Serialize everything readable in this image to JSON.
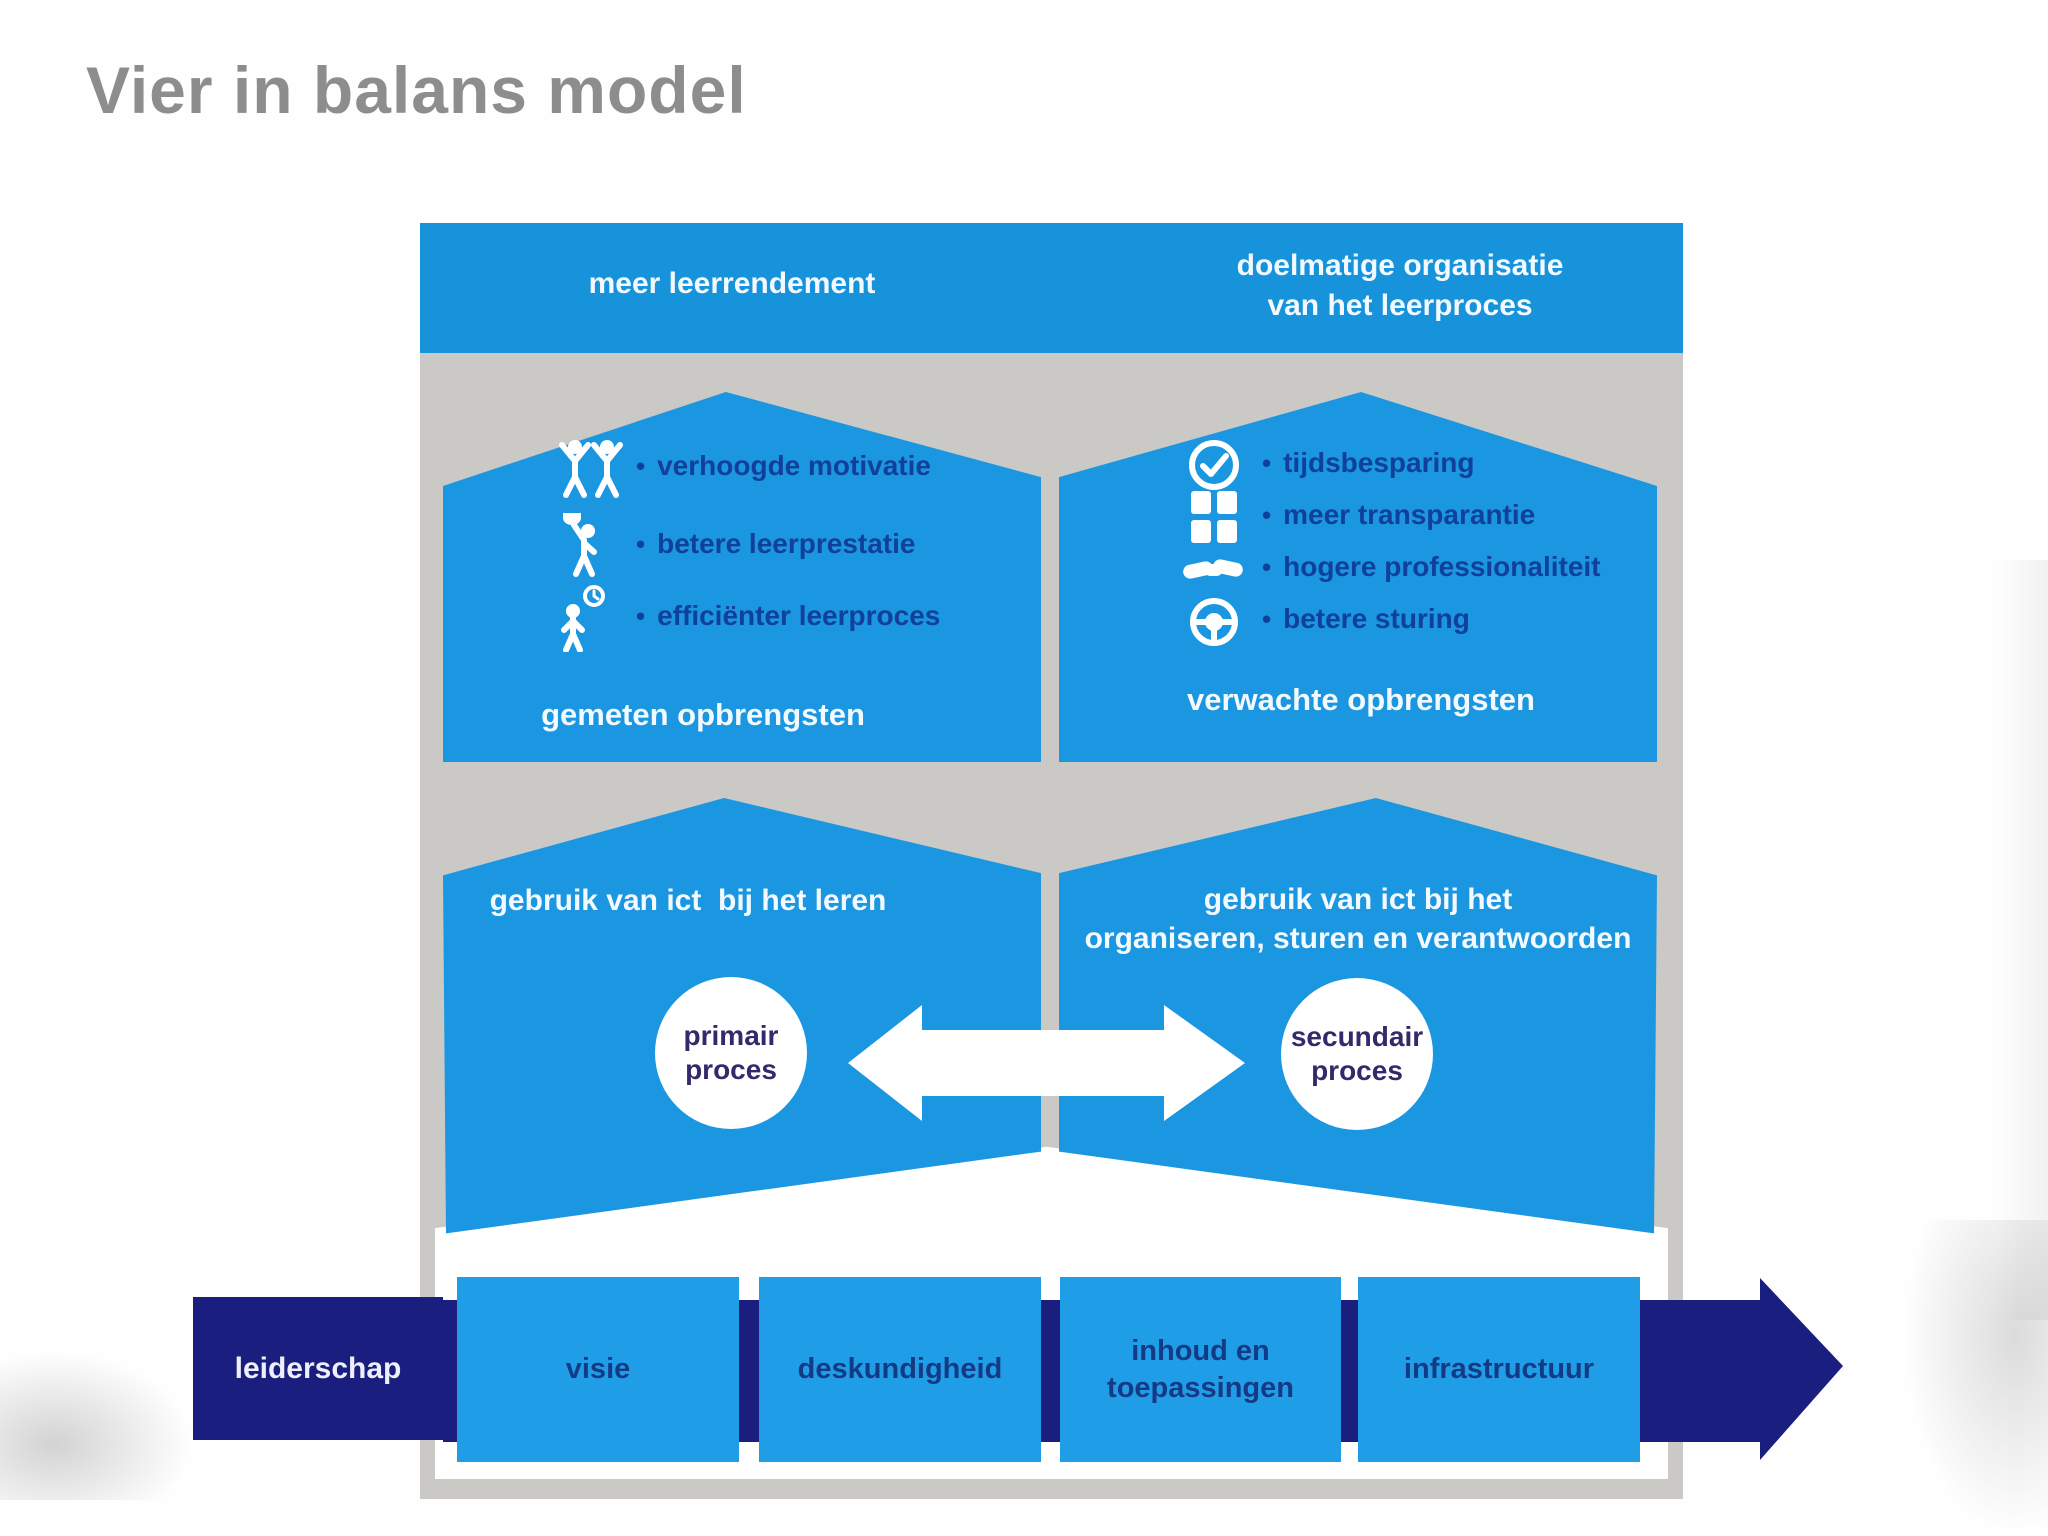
{
  "slide": {
    "title": "Vier in balans model"
  },
  "glyphs": {
    "bullet": "•"
  },
  "banner": {
    "left_label": "meer leerrendement",
    "right_label_lines": [
      "doelmatige organisatie",
      "van het leerproces"
    ]
  },
  "outcomes_measured": {
    "items": [
      {
        "icon": "cheering-people-icon",
        "label": "verhoogde motivatie"
      },
      {
        "icon": "person-trophy-icon",
        "label": "betere leerprestatie"
      },
      {
        "icon": "person-clock-icon",
        "label": "efficiënter leerproces"
      }
    ],
    "footer": "gemeten opbrengsten"
  },
  "outcomes_expected": {
    "items": [
      {
        "icon": "clock-check-icon",
        "label": "tijdsbesparing"
      },
      {
        "icon": "window-icon",
        "label": "meer transparantie"
      },
      {
        "icon": "handshake-icon",
        "label": "hogere professionaliteit"
      },
      {
        "icon": "steering-wheel-icon",
        "label": "betere sturing"
      }
    ],
    "footer": "verwachte opbrengsten"
  },
  "primary_house": {
    "title": "gebruik van ict  bij het leren",
    "circle_lines": [
      "primair",
      "proces"
    ]
  },
  "secondary_house": {
    "title_lines": [
      "gebruik van ict bij het",
      "organiseren, sturen en verantwoorden"
    ],
    "circle_lines": [
      "secundair",
      "proces"
    ]
  },
  "foundation": {
    "leadership_label": "leiderschap",
    "blocks": [
      {
        "line1": "visie"
      },
      {
        "line1": "deskundigheid"
      },
      {
        "line1": "inhoud en",
        "line2": "toepassingen"
      },
      {
        "line1": "infrastructuur"
      }
    ]
  },
  "colors": {
    "banner_blue": "#1793DC",
    "house_blue": "#1B96E1",
    "block_blue": "#1F9EE7",
    "navy": "#1A1E7E",
    "panel_gray": "#CAC9C6",
    "bullet_text_navy": "#10409A",
    "circle_text_navy": "#33296B",
    "title_gray": "#8D8D8D"
  }
}
